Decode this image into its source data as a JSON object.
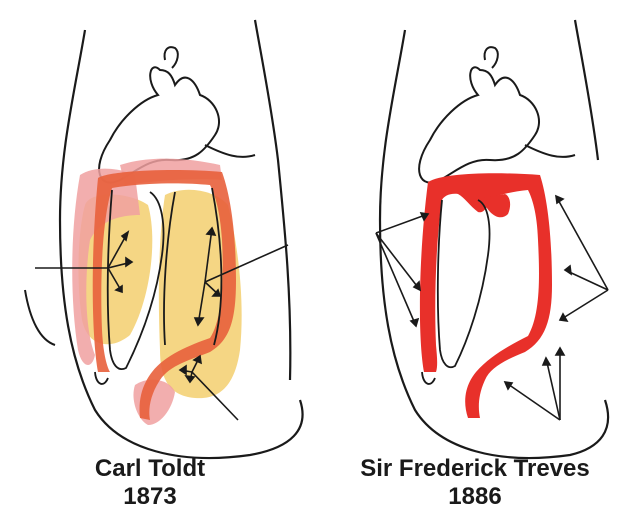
{
  "colors": {
    "outline": "#1a1a1a",
    "toldt_fascia": "#f4d27a",
    "toldt_colon": "#e8603c",
    "toldt_pale": "#f0a0a0",
    "treves_colon": "#e8302a",
    "background": "#ffffff"
  },
  "panels": [
    {
      "name": "Carl Toldt",
      "year": "1873"
    },
    {
      "name": "Sir Frederick Treves",
      "year": "1886"
    }
  ]
}
